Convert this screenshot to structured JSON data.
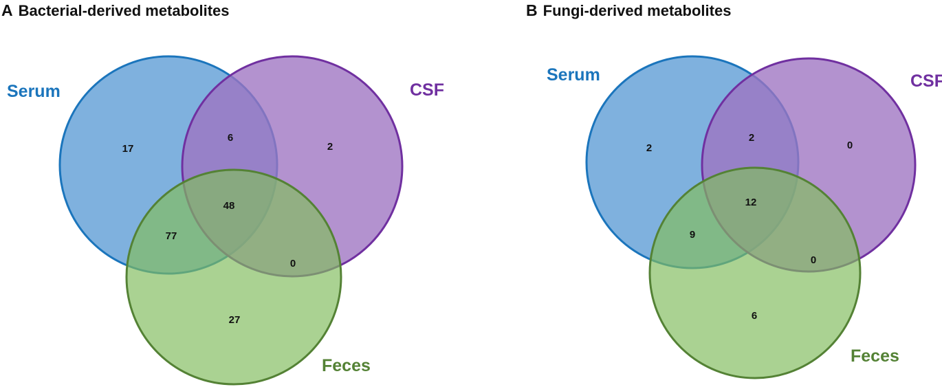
{
  "colors": {
    "serum_fill": "#5b9bd5",
    "serum_stroke": "#1b75bc",
    "csf_fill": "#9e73c1",
    "csf_stroke": "#7030a0",
    "feces_fill": "#82bd5e",
    "feces_stroke": "#548235",
    "count_text": "#111111"
  },
  "panels": [
    {
      "letter": "A",
      "title": "Bacterial-derived metabolites",
      "sets": {
        "serum": "Serum",
        "csf": "CSF",
        "feces": "Feces"
      },
      "regions": {
        "serum_only": "17",
        "csf_only": "2",
        "feces_only": "27",
        "serum_csf": "6",
        "serum_feces": "77",
        "csf_feces": "0",
        "all_three": "48"
      }
    },
    {
      "letter": "B",
      "title": "Fungi-derived metabolites",
      "sets": {
        "serum": "Serum",
        "csf": "CSF",
        "feces": "Feces"
      },
      "regions": {
        "serum_only": "2",
        "csf_only": "0",
        "feces_only": "6",
        "serum_csf": "2",
        "serum_feces": "9",
        "csf_feces": "0",
        "all_three": "12"
      }
    }
  ]
}
